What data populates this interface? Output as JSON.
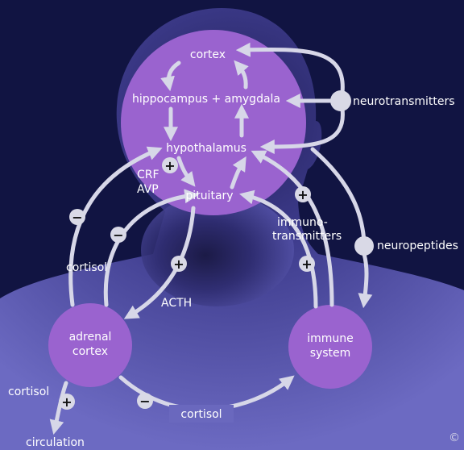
{
  "colors": {
    "background": "#111442",
    "silhouette": "#5d5bb5",
    "brain_circle": "#9a63cf",
    "node_circle": "#9a63cf",
    "arrow": "#d7d7e8",
    "sign_circle": "#d9d9e6"
  },
  "brain": {
    "cortex": "cortex",
    "hippocampus_amygdala": "hippocampus + amygdala",
    "hypothalamus": "hypothalamus",
    "crf": "CRF",
    "avp": "AVP",
    "pituitary": "pituitary"
  },
  "nodes": {
    "adrenal_line1": "adrenal",
    "adrenal_line2": "cortex",
    "immune_line1": "immune",
    "immune_line2": "system"
  },
  "labels": {
    "neurotransmitters": "neurotransmitters",
    "neuropeptides": "neuropeptides",
    "immunotransmitters_line1": "immuno-",
    "immunotransmitters_line2": "transmitters",
    "acth": "ACTH",
    "cortisol_left": "cortisol",
    "cortisol_outer": "cortisol",
    "cortisol_bottom": "cortisol",
    "circulation": "circulation",
    "copyright": "©"
  },
  "signs": {
    "plus": "+",
    "minus": "−"
  }
}
